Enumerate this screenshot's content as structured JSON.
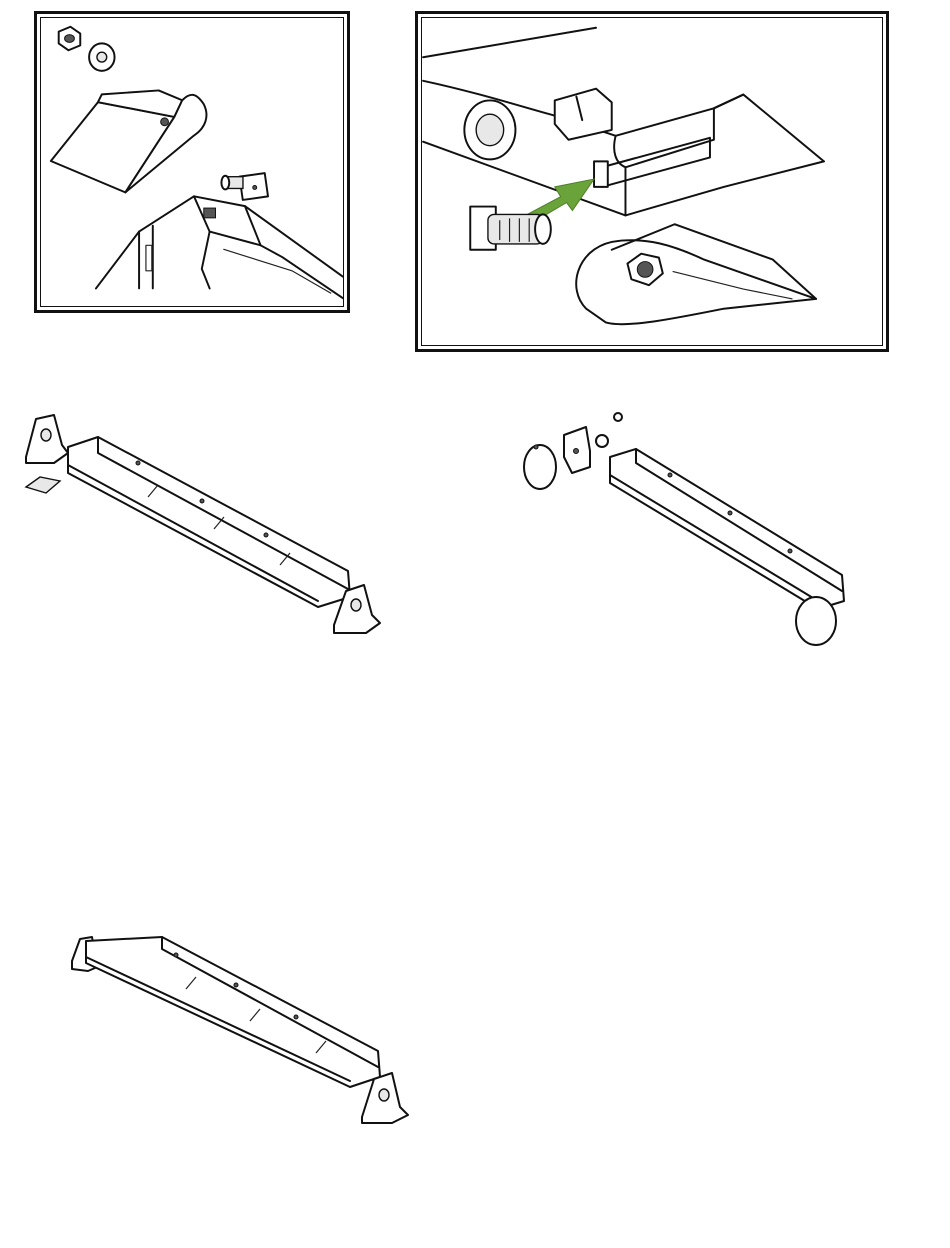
{
  "figures": [
    {
      "id": "detail-hinge-bracket",
      "kind": "exploded-detail",
      "parts": [
        "nut-icon",
        "washer-icon",
        "hinge-bracket",
        "carriage-bolt-icon",
        "base-tray"
      ]
    },
    {
      "id": "detail-bolt-slot",
      "kind": "closeup",
      "parts": [
        "bar-end",
        "slot",
        "square-bolt-icon",
        "insert-arrow-icon",
        "mounting-foot"
      ],
      "arrow_color": "#6aa33a"
    },
    {
      "id": "lightbar-foot-mount",
      "kind": "assembly",
      "parts": [
        "light-bar",
        "mounting-foot-left",
        "mounting-foot-right",
        "adhesive-pad"
      ]
    },
    {
      "id": "lightbar-suction-mount",
      "kind": "assembly",
      "parts": [
        "light-bar",
        "suction-cup-left",
        "suction-cup-right",
        "l-bracket",
        "screw-icon"
      ]
    },
    {
      "id": "lightbar-installed",
      "kind": "assembly",
      "parts": [
        "light-bar",
        "mounting-foot-left",
        "mounting-foot-right"
      ]
    }
  ],
  "colors": {
    "line": "#111111",
    "arrow": "#6aa33a",
    "background": "#ffffff"
  }
}
